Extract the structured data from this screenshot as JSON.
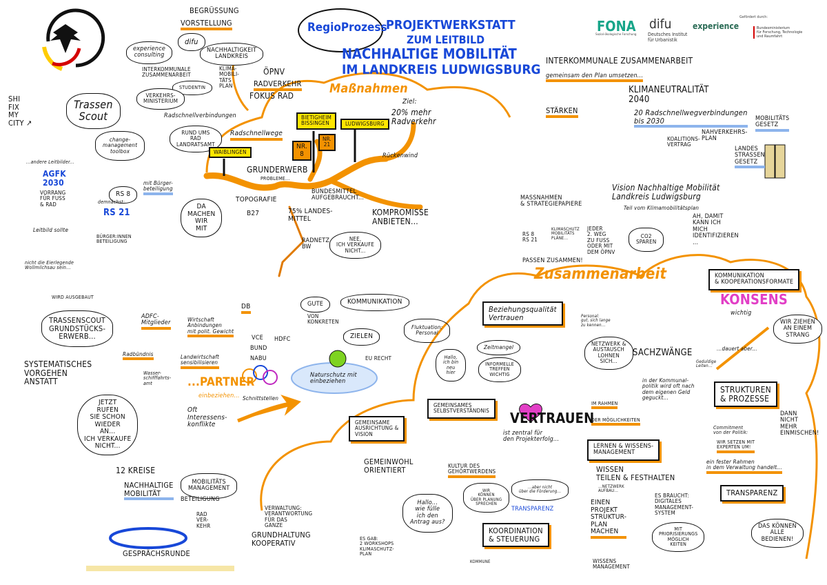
{
  "header": {
    "brand": "RegioProzess",
    "title_line1": "Projektwerkstatt",
    "title_line2": "zum Leitbild",
    "title_line3": "Nachhaltige Mobilität",
    "title_line4": "im Landkreis Ludwigsburg"
  },
  "logos": {
    "fona": "FONA",
    "fona_sub": "Sozial-ökologische Forschung",
    "difu": "difu",
    "difu_sub": "Deutsches Institut\nfür Urbanistik",
    "experience": "experience",
    "funded_by": "Gefördert durch:",
    "ministry": "Bundesministerium\nfür Forschung, Technologie\nund Raumfahrt"
  },
  "colors": {
    "blue": "#1848d8",
    "orange": "#f39200",
    "yellow": "#ffe600",
    "ink": "#111111",
    "light_blue": "#8db4ec"
  },
  "notes": {
    "begruessung": "Begrüßung",
    "vorstellung": "Vorstellung",
    "difu": "difu",
    "experience": "experience\nconsulting",
    "nachhaltigkeit": "Nachhaltigkeit\nLandkreis",
    "interkommunal_small": "Interkommunale\nZusammenarbeit",
    "studentin": "Studentin",
    "klimaplan": "Klima-\nmobili-\ntäts\nplan",
    "verkehrsministerium": "Verkehrs-\nministerium",
    "radschnellverbindungen": "Radschnellverbindungen",
    "rund_ums_rad": "Rund ums\nRad\nLandratsamt",
    "fixmycity": "SHi\nFix\nmy\nCity ↗",
    "trassenscout": "Trassen\nScout",
    "toolbox": "change-\nmanagement\ntoolbox",
    "oepnv": "ÖPNV",
    "radverkehr": "Radverkehr",
    "fokus_rad": "Fokus Rad",
    "massnahmen": "Maßnahmen",
    "ziel": "Ziel:",
    "ziel_value": "20% mehr\nRadverkehr",
    "bietigheim": "Bietigheim\nBissingen",
    "ludwigsburg": "Ludwigsburg",
    "radschnellwege": "Radschnellwege",
    "nr8": "Nr.\n8",
    "nr21": "Nr.\n21",
    "waiblingen": "Waiblingen",
    "grunderwerb": "Grunderwerb",
    "probleme": "Probleme...",
    "topografie": "Topografie",
    "b27": "B27",
    "landesmittel": "75% Landes-\nmittel",
    "bundesmittel": "Bundesmittel\naufgebraucht...",
    "radnetz": "Radnetz\nBW",
    "rueckenwind": "Rückenwind",
    "kompromisse": "Kompromisse\nanbieten...",
    "nee": "Nee,\nich verkaufe\nnicht...",
    "banner_title": "Interkommunale Zusammenarbeit",
    "banner_sub": "gemeinsam den Plan umsetzen...",
    "staerken": "Stärken",
    "klimaneutral": "Klimaneutralität\n2040",
    "radschnell_2030": "20 Radschnellwegverbindungen\nbis 2030",
    "koalition": "Koalitions-\nvertrag",
    "nahverkehrsplan": "Nahverkehrs-\nplan",
    "mobilitaetsgesetz": "Mobilitäts\ngesetz",
    "landesstrassen": "Landes\nstraßen\ngesetz",
    "andere_leitbilder": "...andere Leitbilder...",
    "agfk": "AGFK\n2030",
    "vorrang": "Vorrang\nfür Fuß\n& Rad",
    "rs8": "RS 8",
    "rs8_beteiligung": "mit Bürger-\nbeteiligung",
    "demnaechst": "demnächst:",
    "rs21": "RS 21",
    "buerger_beteiligung": "Bürger:innen\nBeteiligung",
    "leitbild_sollte": "Leitbild sollte",
    "wollmilchsau": "nicht die Eierlegende\nWollmilchsau sein...",
    "da_machen": "Da\nmachen\nwir\nmit",
    "strategiepapiere": "Maßnahmen\n& Strategiepapiere",
    "rs8_rs21": "RS 8\nRS 21",
    "klimaschutz_plaene": "Klimaschutz\nMobilitäts\npläne...",
    "jeder_weg": "Jeder\n2. Weg\nzu Fuß\noder mit\ndem ÖPNV",
    "passen": "Passen zusammen!",
    "vision": "Vision Nachhaltige Mobilität\nLandkreis Ludwigsburg",
    "teil_plan": "Teil vom Klimamobilitätsplan",
    "co2": "CO2\nsparen",
    "identifizieren": "Ah, damit\nkann ich\nmich\nidentifizieren\n...",
    "zusammenarbeit": "Zusammenarbeit",
    "kommunikation_formate": "Kommunikation\n& Kooperationsformate",
    "konsens": "KONSENS",
    "wichtig": "wichtig",
    "strang": "Wir ziehen\nan einem\nStrang",
    "dauert": "...dauert aber...",
    "geduld": "Geduldige\nLeiten...",
    "beziehung": "Beziehungsqualität\nVertrauen",
    "fluktuation": "Fluktuation:\nPersonal",
    "neu_hier": "Hallo,\nich bin\nneu\nhier",
    "zeitmangel": "Zeitmangel",
    "informell": "Informelle\nTreffen\nwichtig",
    "personal_kennen": "Personal:\ngut, sich lange\nzu kennen...",
    "netzwerk": "Netzwerk &\nAustausch\nlohnen\nsich...",
    "sachzwaenge": "Sachzwänge",
    "eigenes_geld": "in der Kommunal-\npolitik wird oft nach\ndem eigenen Geld\ngeguckt...",
    "im_rahmen": "im Rahmen",
    "moeglichkeiten": "der Möglichkeiten",
    "selbstverstaendnis": "Gemeinsames\nSelbstverständnis",
    "vertrauen": "Vertrauen",
    "vertrauen_sub": "ist zentral für\nden Projekterfolg...",
    "strukturen": "Strukturen\n& Prozesse",
    "einmischen": "dann\nnicht\nmehr\neinmischen!",
    "commitment": "Commitment\nvon der Politik:",
    "experten": "wir setzen mit\nExperten um!",
    "fester_rahmen": "ein fester Rahmen\nin dem Verwaltung handelt...",
    "transparenz_box": "Transparenz",
    "lernen": "Lernen & Wissens-\nmanagement",
    "wissen_teilen": "Wissen\nteilen & festhalten",
    "netzwerk_aufbau": "...Netzwerk\naufbau...",
    "kultur": "Kultur des\nGehörtwerdens",
    "gemeinwohl": "Gemeinwohl\norientiert",
    "ausrichtung": "Gemeinsame\nAusrichtung &\nVision",
    "verwaltung": "Verwaltung:\nVerantwortung\nfür das\nGanze",
    "grundhaltung": "Grundhaltung\nkooperativ",
    "workshops": "es gab:\n2 Workshops\nKlimaschutz-\nplan",
    "antrag": "Hallo...\nwie fülle\nich den\nAntrag aus?",
    "planung": "Wir\nkönnen\nüber Planung\nsprechen",
    "foerderung": "...aber nicht\nüber die Förderung...",
    "transparenz_small": "Transparenz",
    "koordination": "Koordination\n& Steuerung",
    "kommune": "Kommune",
    "projektplan": "Einen\nProjekt\nStruktur-\nPlan\nmachen",
    "wissensmanagement": "Wissens\nmanagement",
    "digital": "es braucht:\nDigitales\nManagement-\nSystem",
    "priorisierung": "Mit\nPriorisierungs\nmöglich\nkeiten",
    "bedienen": "Das können\nalle\nbedienen!",
    "wird_ausgebaut": "wird ausgebaut",
    "grundstueck": "Trassenscout\nGrundstücks-\nerwerb...",
    "systematisch": "Systematisches\nVorgehen\nanstatt",
    "jetzt_rufen": "Jetzt\nrufen\nsie schon\nwieder\nan...\nich verkaufe\nnicht...",
    "kreise": "12 Kreise",
    "nachhaltige_mob": "Nachhaltige\nMobilität",
    "mob_management": "Mobilitäts\nmanagement",
    "beteiligung": "Beteiligung",
    "radverkehr_sign": "Rad\nver-\nkehr",
    "gespraech": "Gesprächsrunde",
    "adfc": "ADFC-\nMitglieder",
    "wirtschaft": "Wirtschaft\nAnbindungen\nmit polit. Gewicht",
    "radbuendnis": "Radbündnis",
    "landwirtschaft": "Landwirtschaft\nsensibilisieren",
    "wasser": "Wasser-\nschifffahrts-\namt",
    "partner": "...PARTNER",
    "einbeziehen": "einbeziehen...",
    "db": "DB",
    "vce": "VCE",
    "bund": "BUND",
    "nabu": "NABU",
    "hdfc": "HDFC",
    "schnittstellen": "Schnittstellen",
    "konflikte": "Oft\nInteressens-\nkonflikte",
    "gute": "Gute",
    "kommunikation": "Kommunikation",
    "von_konkreten": "von\nkonkreten",
    "zielen": "Zielen",
    "eu_recht": "EU Recht",
    "naturschutz": "Naturschutz mit\neinbeziehen"
  }
}
